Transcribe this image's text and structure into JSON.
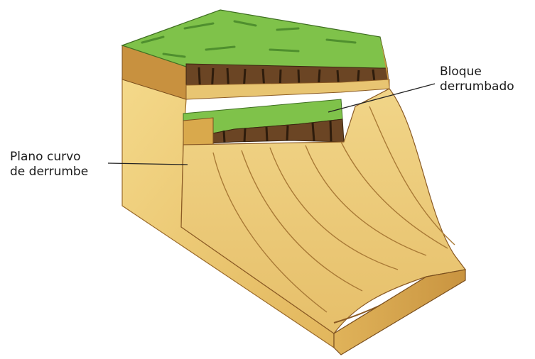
{
  "diagram": {
    "labels": {
      "bloque": {
        "line1": "Bloque",
        "line2": "derrumbado"
      },
      "plano": {
        "line1": "Plano curvo",
        "line2": "de derrumbe"
      }
    },
    "colors": {
      "grass": "#7fc24a",
      "grass_dark": "#4f8f2e",
      "soil_front": "#e9c66d",
      "soil_side": "#d9a94c",
      "soil_light": "#f3db8f",
      "bark": "#5b3a1e",
      "leader_line": "#222222"
    }
  }
}
